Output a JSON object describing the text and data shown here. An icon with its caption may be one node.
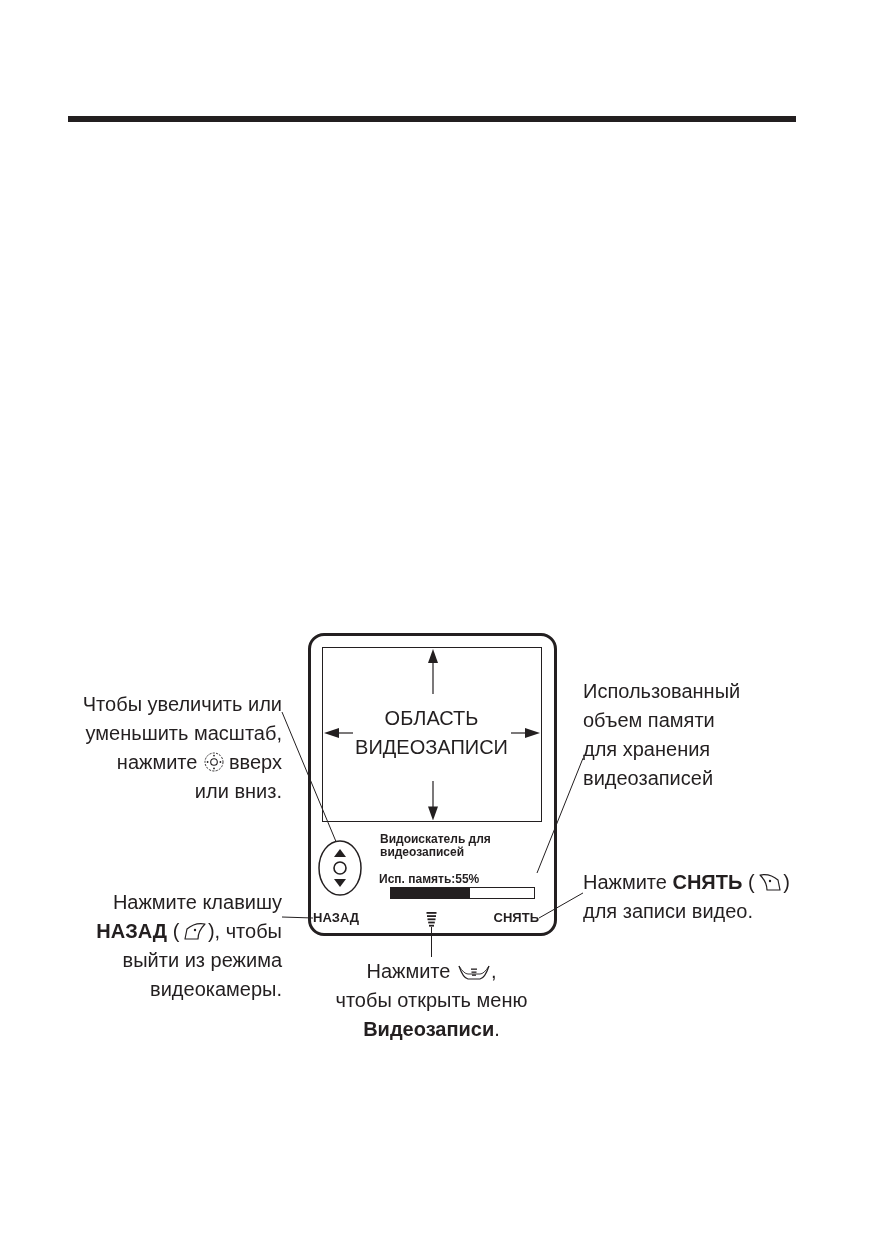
{
  "diagram": {
    "nodes": [
      {
        "text": [],
        "shape": "box"
      },
      {
        "text": [
          "ОБЛАСТЬ ВИДЕОЗАПИСИ"
        ],
        "in": 0
      },
      {
        "text": [],
        "shape": "circle",
        "in": 0
      },
      {
        "text": [
          "Исп. память:55%"
        ],
        "in": 0
      },
      {
        "text": [
          "НАЗАД"
        ],
        "in": 0
      },
      {
        "text": [],
        "shape": "picture",
        "in": 0
      },
      {
        "text": [
          "СНЯТЬ"
        ],
        "in": 0
      },
      {
        "text": [
          "Чтобы увеличить или уменьшить масштаб, нажмите вверх или вниз."
        ]
      },
      {
        "text": [
          "Использованный объем памяти для хранения видеозаписей"
        ]
      },
      {
        "text": [
          "Нажмите клавишу **НАЗАД** ( ), чтобы выйти из режима видеокамеры."
        ]
      },
      {
        "text": [
          "Нажмите **СНЯТЬ** ( ) для записи видео."
        ]
      },
      {
        "text": [
          "Нажмите , чтобы открыть меню **Видеозаписи**."
        ]
      }
    ],
    "edges": [
      {
        "from": 7,
        "to": 2,
        "arrow": "none"
      },
      {
        "from": 8,
        "to": 3,
        "arrow": "none"
      },
      {
        "from": 9,
        "to": 4,
        "arrow": "none"
      },
      {
        "from": 10,
        "to": 6,
        "arrow": "none"
      },
      {
        "from": 11,
        "to": 5,
        "arrow": "none"
      }
    ],
    "labels": [
      "Видоискатель для видеозаписей"
    ]
  }
}
